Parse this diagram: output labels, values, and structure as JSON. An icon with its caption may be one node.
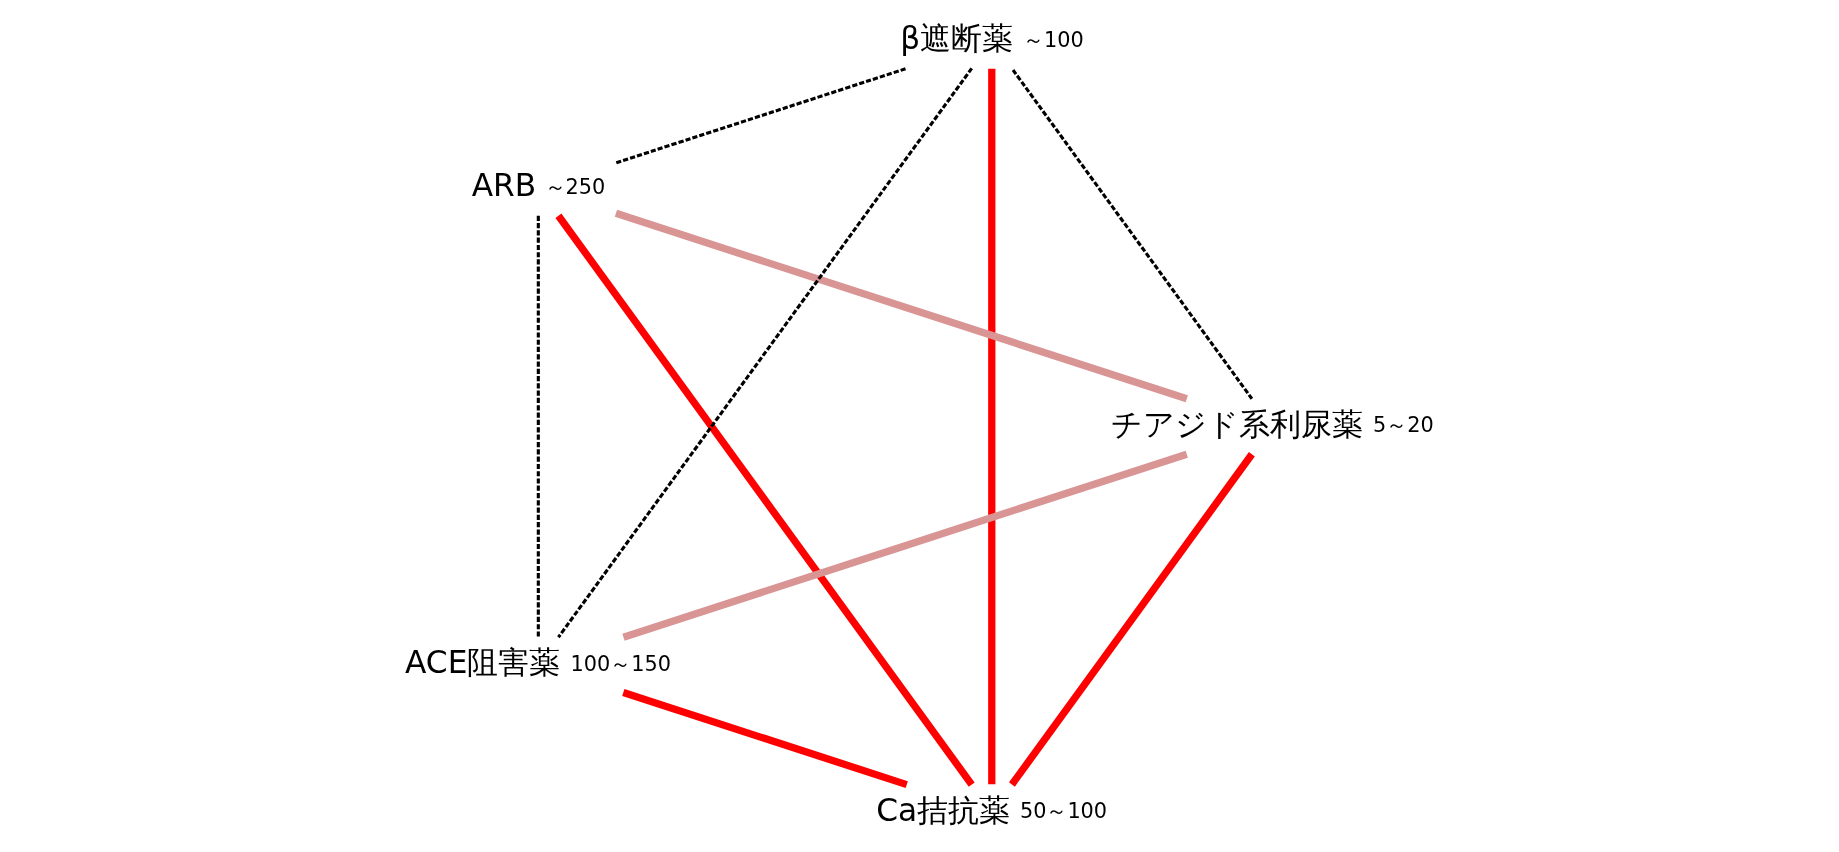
{
  "diagram": {
    "nodes": [
      {
        "text": [
          "Ca拮抗薬"
        ],
        "beside": [
          "50～100"
        ]
      },
      {
        "text": [
          "チアジド系利尿薬"
        ],
        "beside": [
          "5～20"
        ]
      },
      {
        "text": [
          "ARB"
        ],
        "beside": [
          "～250"
        ]
      },
      {
        "text": [
          "β遮断薬"
        ],
        "beside": [
          "～100"
        ]
      },
      {
        "text": [
          "ACE阻害薬"
        ],
        "beside": [
          "100～150"
        ]
      }
    ],
    "edges": [
      {
        "from": 0,
        "to": 1,
        "arrow": "none",
        "color": "#ff0000"
      },
      {
        "from": 0,
        "to": 2,
        "arrow": "none",
        "color": "#ff0000"
      },
      {
        "from": 0,
        "to": 3,
        "arrow": "none",
        "color": "#ff0000"
      },
      {
        "from": 0,
        "to": 4,
        "arrow": "none",
        "color": "#ff0000"
      },
      {
        "from": 1,
        "to": 2,
        "arrow": "none",
        "color": "#d99494"
      },
      {
        "from": 1,
        "to": 4,
        "arrow": "none",
        "color": "#d99494"
      },
      {
        "from": 1,
        "to": 3,
        "arrow": "none",
        "style": "dashed",
        "color": "#000000"
      },
      {
        "from": 2,
        "to": 3,
        "arrow": "none",
        "style": "dashed",
        "color": "#000000"
      },
      {
        "from": 2,
        "to": 4,
        "arrow": "none",
        "style": "dashed",
        "color": "#000000"
      },
      {
        "from": 3,
        "to": 4,
        "arrow": "none",
        "style": "dashed",
        "color": "#000000"
      }
    ]
  }
}
